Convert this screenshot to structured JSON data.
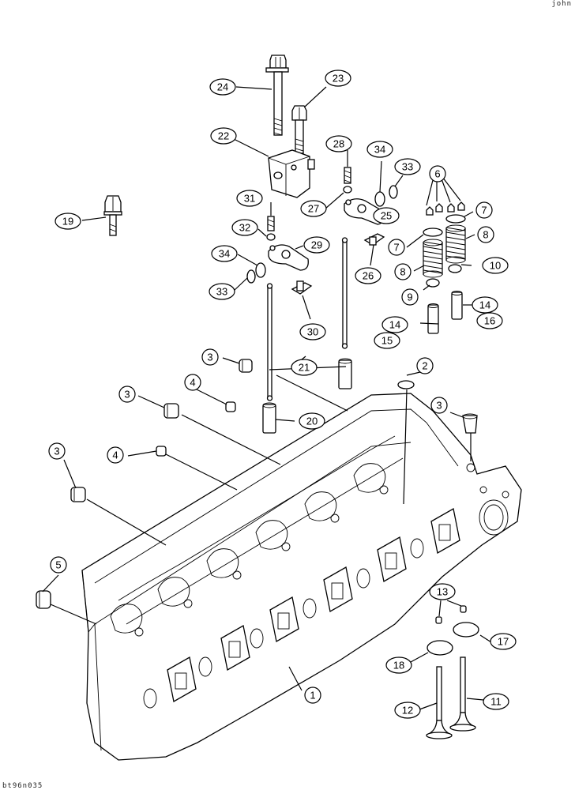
{
  "corner_tags": {
    "top_right": "john",
    "bottom_left": "bt96n035"
  },
  "callouts": [
    {
      "id": "c24",
      "label": "24"
    },
    {
      "id": "c23",
      "label": "23"
    },
    {
      "id": "c22",
      "label": "22"
    },
    {
      "id": "c28",
      "label": "28"
    },
    {
      "id": "c34a",
      "label": "34"
    },
    {
      "id": "c33a",
      "label": "33"
    },
    {
      "id": "c6",
      "label": "6"
    },
    {
      "id": "c19",
      "label": "19"
    },
    {
      "id": "c31",
      "label": "31"
    },
    {
      "id": "c27",
      "label": "27"
    },
    {
      "id": "c25",
      "label": "25"
    },
    {
      "id": "c7a",
      "label": "7"
    },
    {
      "id": "c32",
      "label": "32"
    },
    {
      "id": "c29",
      "label": "29"
    },
    {
      "id": "c7b",
      "label": "7"
    },
    {
      "id": "c8a",
      "label": "8"
    },
    {
      "id": "c34b",
      "label": "34"
    },
    {
      "id": "c26",
      "label": "26"
    },
    {
      "id": "c8b",
      "label": "8"
    },
    {
      "id": "c10",
      "label": "10"
    },
    {
      "id": "c33b",
      "label": "33"
    },
    {
      "id": "c9",
      "label": "9"
    },
    {
      "id": "c14a",
      "label": "14"
    },
    {
      "id": "c30",
      "label": "30"
    },
    {
      "id": "c14b",
      "label": "14"
    },
    {
      "id": "c16",
      "label": "16"
    },
    {
      "id": "c15",
      "label": "15"
    },
    {
      "id": "c3a",
      "label": "3"
    },
    {
      "id": "c21",
      "label": "21"
    },
    {
      "id": "c2",
      "label": "2"
    },
    {
      "id": "c4a",
      "label": "4"
    },
    {
      "id": "c3b",
      "label": "3"
    },
    {
      "id": "c20",
      "label": "20"
    },
    {
      "id": "c3c",
      "label": "3"
    },
    {
      "id": "c3d",
      "label": "3"
    },
    {
      "id": "c4b",
      "label": "4"
    },
    {
      "id": "c5",
      "label": "5"
    },
    {
      "id": "c13",
      "label": "13"
    },
    {
      "id": "c17",
      "label": "17"
    },
    {
      "id": "c18",
      "label": "18"
    },
    {
      "id": "c1",
      "label": "1"
    },
    {
      "id": "c12",
      "label": "12"
    },
    {
      "id": "c11",
      "label": "11"
    }
  ]
}
